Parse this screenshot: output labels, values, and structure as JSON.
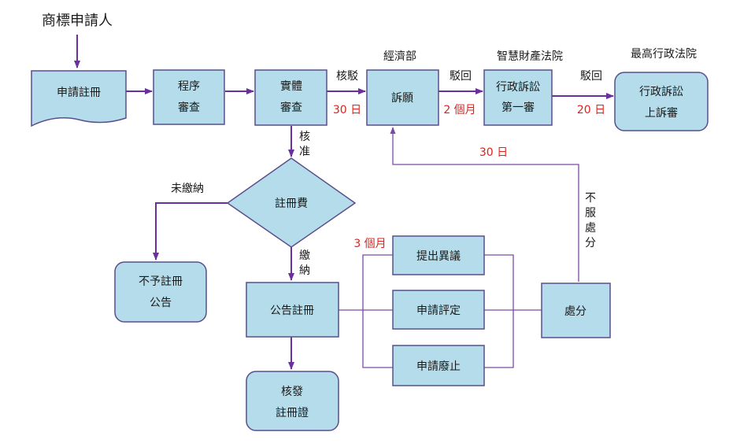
{
  "colors": {
    "box_fill": "#b4dcea",
    "box_stroke": "#5b4e8c",
    "arrow": "#6a2fa0",
    "highlight": "#e0211c"
  },
  "applicant": "商標申請人",
  "nodes": {
    "application": "申請註冊",
    "formal_exam": [
      "程序",
      "審查"
    ],
    "substantive_exam": [
      "實體",
      "審查"
    ],
    "appeal": "訴願",
    "admin_first": [
      "行政訴訟",
      "第一審"
    ],
    "admin_appeal": [
      "行政訴訟",
      "上訴審"
    ],
    "fee": "註冊費",
    "no_publication": [
      "不予註冊",
      "公告"
    ],
    "publication": "公告註冊",
    "certificate": [
      "核發",
      "註冊證"
    ],
    "opposition": "提出異議",
    "invalidation": "申請評定",
    "revocation": "申請廢止",
    "disposition": "處分"
  },
  "authorities": {
    "moea": "經濟部",
    "ip_court": "智慧財產法院",
    "supreme_admin": "最高行政法院"
  },
  "edge_labels": {
    "rejected_1": "核駁",
    "rejected_2": "駁回",
    "rejected_3": "駁回",
    "approved": [
      "核",
      "准"
    ],
    "unpaid": "未繳納",
    "paid": [
      "繳",
      "納"
    ],
    "dissatisfied": [
      "不",
      "服",
      "處",
      "分"
    ]
  },
  "deadlines": {
    "appeal": "30 日",
    "first_instance": "2 個月",
    "second_instance": "20 日",
    "disposition_appeal": "30 日",
    "opposition_period": "3 個月"
  }
}
